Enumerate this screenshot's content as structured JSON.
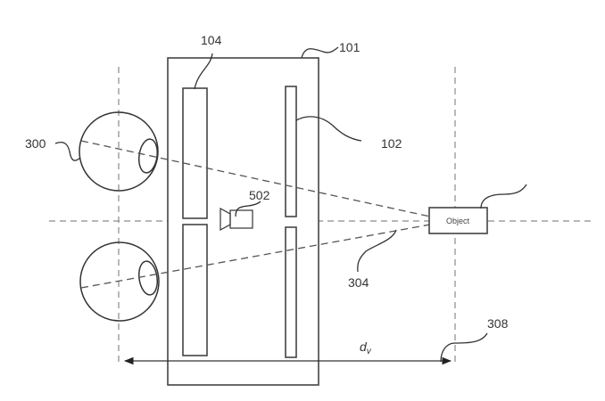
{
  "figure": {
    "type": "patent-diagram",
    "reference_labels": {
      "device": "101",
      "right_display": "102",
      "left_display": "104",
      "eye": "300",
      "sight_line": "304",
      "camera": "502",
      "object_plane": "308"
    },
    "object_label": "Object",
    "distance_label": "dv",
    "colors": {
      "line": "#333333",
      "axis": "#8a8a8a",
      "background": "#ffffff"
    }
  }
}
